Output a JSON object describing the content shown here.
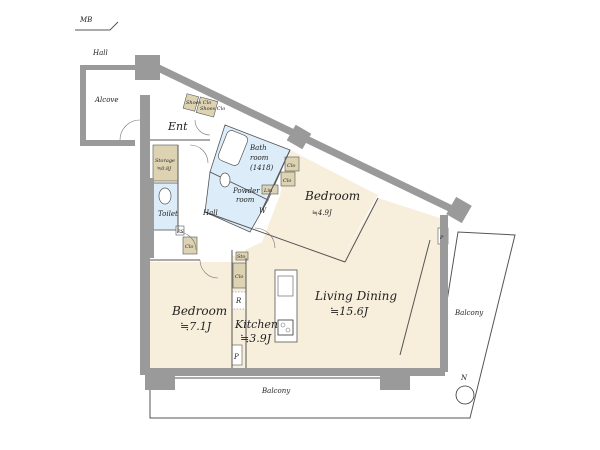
{
  "colors": {
    "floor": "#f8eedc",
    "wet": "#dcecf8",
    "closet": "#ddd3b2",
    "wall": "#9a9a9a",
    "white": "#ffffff"
  },
  "labels": {
    "mb": "MB",
    "hall_top": "Hall",
    "alcove": "Alcove",
    "ent": "Ent",
    "shoes_clo_1": "Shoes Clo",
    "shoes_clo_2": "Shoes Clo",
    "storage": "Storage",
    "storage_area": "≒0.8J",
    "toilet": "Toilet",
    "bath": "Bath",
    "bath_room": "room",
    "bath_size": "(1418)",
    "powder": "Powder",
    "powder_room": "room",
    "w": "W",
    "lin": "Lin",
    "clo_a": "Clo",
    "clo_b": "Clo",
    "hall": "Hall",
    "ps": "PS",
    "p_small": "P",
    "clo_c": "Clo",
    "sto": "Sto",
    "clo_d": "Clo",
    "r": "R",
    "p_kitchen": "P",
    "p_balcony": "P",
    "bedroom_ne": "Bedroom",
    "bedroom_ne_area": "≒4.9J",
    "bedroom_w": "Bedroom",
    "bedroom_w_area": "≒7.1J",
    "kitchen": "Kitchen",
    "kitchen_area": "≒3.9J",
    "living": "Living Dining",
    "living_area": "≒15.6J",
    "balcony_right": "Balcony",
    "balcony_bottom": "Balcony",
    "north": "N"
  }
}
